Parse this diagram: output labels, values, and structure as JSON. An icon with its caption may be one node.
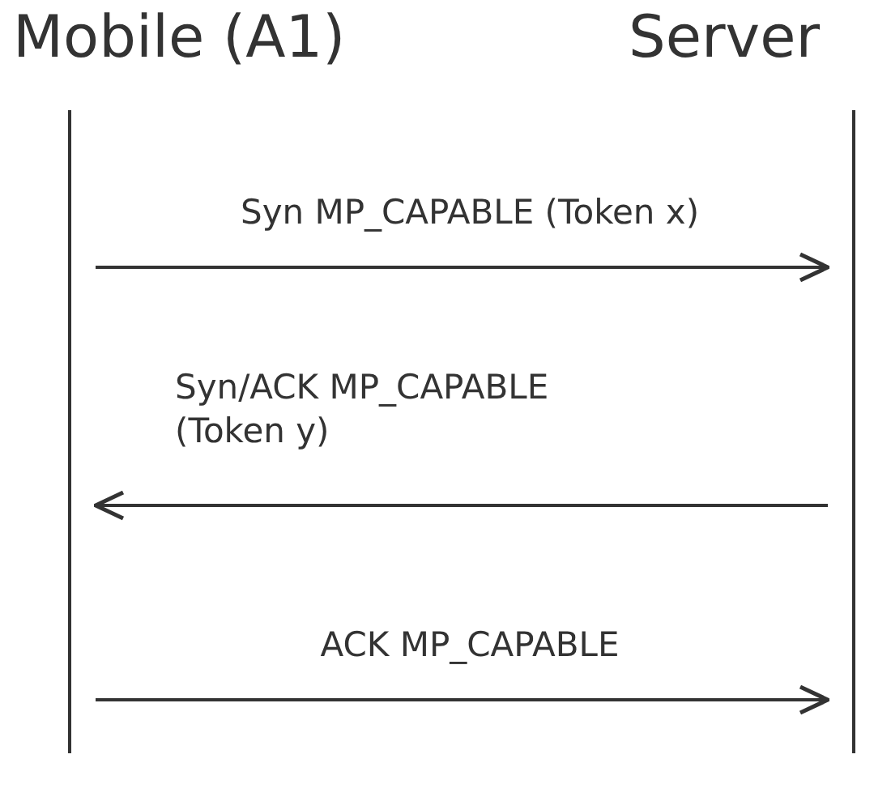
{
  "diagram": {
    "nodes": [
      {
        "text": [
          "Mobile (A1)"
        ]
      },
      {
        "text": [
          "Server"
        ]
      }
    ],
    "edges": [
      {
        "from": 0,
        "to": 1,
        "arrow": "to",
        "label": "Syn MP_CAPABLE (Token x)"
      },
      {
        "from": 1,
        "to": 0,
        "arrow": "to",
        "label": "Syn/ACK MP_CAPABLE (Token y)"
      },
      {
        "from": 0,
        "to": 1,
        "arrow": "to",
        "label": "ACK MP_CAPABLE"
      }
    ]
  }
}
